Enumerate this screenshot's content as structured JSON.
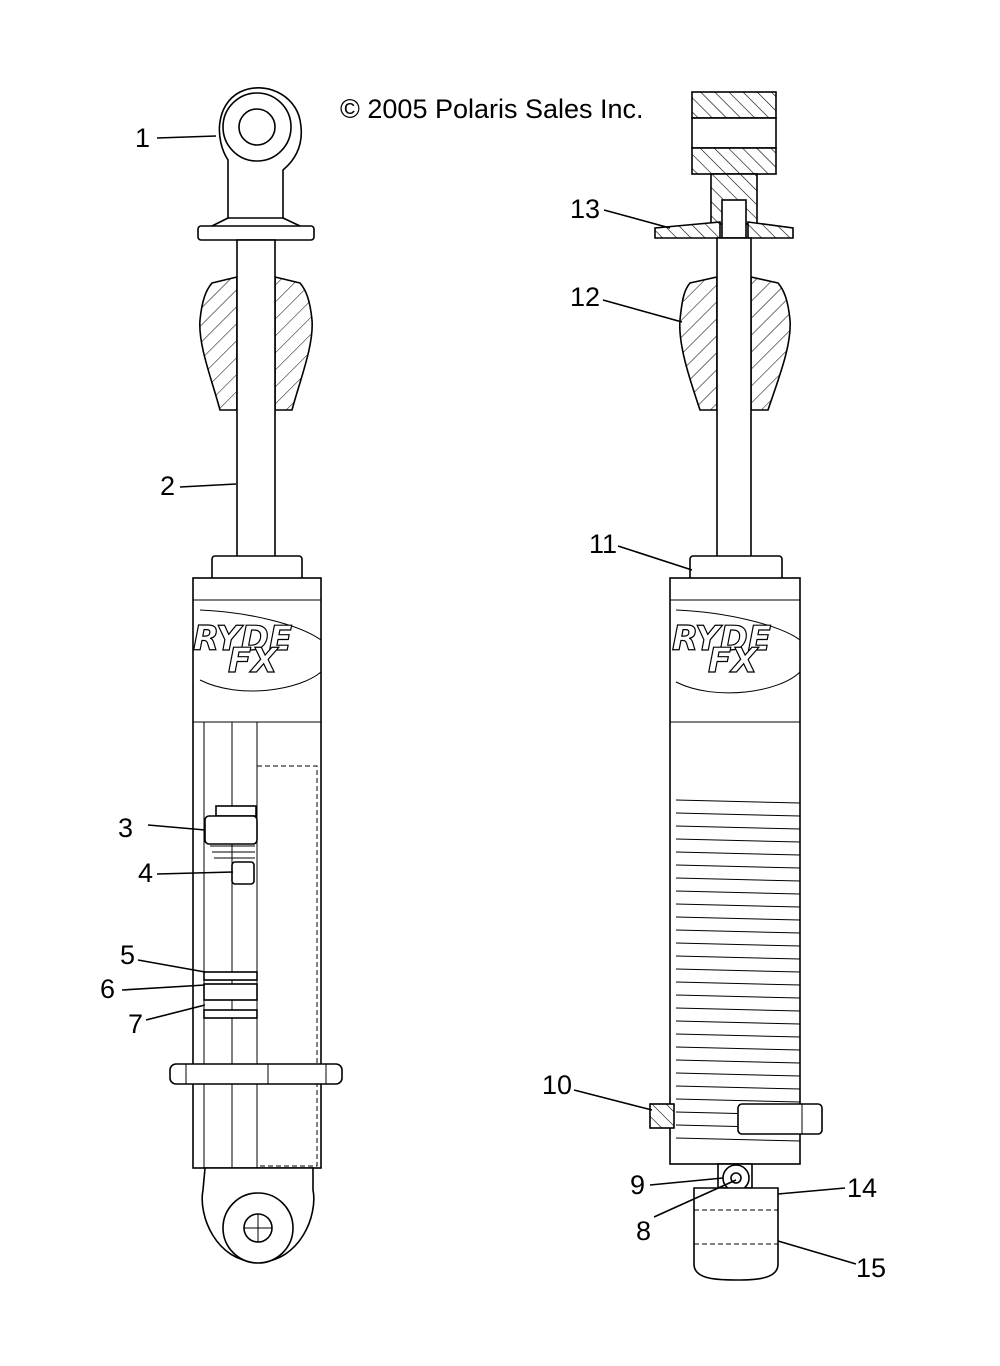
{
  "copyright": "© 2005 Polaris Sales Inc.",
  "logo_text": {
    "line1": "RYDE",
    "line2": "FX"
  },
  "callouts": [
    {
      "id": 1,
      "label": "1"
    },
    {
      "id": 2,
      "label": "2"
    },
    {
      "id": 3,
      "label": "3"
    },
    {
      "id": 4,
      "label": "4"
    },
    {
      "id": 5,
      "label": "5"
    },
    {
      "id": 6,
      "label": "6"
    },
    {
      "id": 7,
      "label": "7"
    },
    {
      "id": 8,
      "label": "8"
    },
    {
      "id": 9,
      "label": "9"
    },
    {
      "id": 10,
      "label": "10"
    },
    {
      "id": 11,
      "label": "11"
    },
    {
      "id": 12,
      "label": "12"
    },
    {
      "id": 13,
      "label": "13"
    },
    {
      "id": 14,
      "label": "14"
    },
    {
      "id": 15,
      "label": "15"
    }
  ]
}
